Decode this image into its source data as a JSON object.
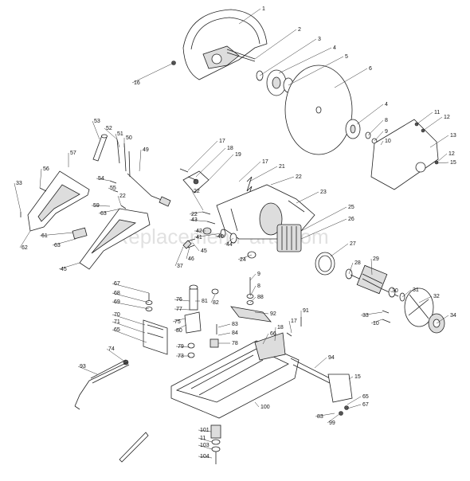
{
  "diagram": {
    "type": "exploded parts diagram",
    "watermark": "eReplacementParts.com"
  },
  "labels": [
    "1",
    "2",
    "3",
    "4",
    "5",
    "6",
    "4",
    "8",
    "9",
    "10",
    "11",
    "12",
    "13",
    "12",
    "15",
    "16",
    "53",
    "52",
    "51",
    "50",
    "49",
    "17",
    "18",
    "19",
    "17",
    "21",
    "22",
    "23",
    "22",
    "57",
    "56",
    "33",
    "54",
    "55",
    "22",
    "59",
    "63",
    "62",
    "61",
    "63",
    "45",
    "22",
    "43",
    "42",
    "41",
    "40",
    "44",
    "45",
    "46",
    "37",
    "24",
    "25",
    "26",
    "27",
    "28",
    "29",
    "30",
    "31",
    "32",
    "34",
    "33",
    "10",
    "9",
    "8",
    "88",
    "92",
    "91",
    "17",
    "18",
    "66",
    "67",
    "68",
    "69",
    "70",
    "71",
    "65",
    "74",
    "75",
    "76",
    "77",
    "80",
    "81",
    "82",
    "83",
    "84",
    "78",
    "79",
    "73",
    "93",
    "94",
    "15",
    "65",
    "67",
    "83",
    "99",
    "100",
    "101",
    "11",
    "103",
    "104"
  ]
}
